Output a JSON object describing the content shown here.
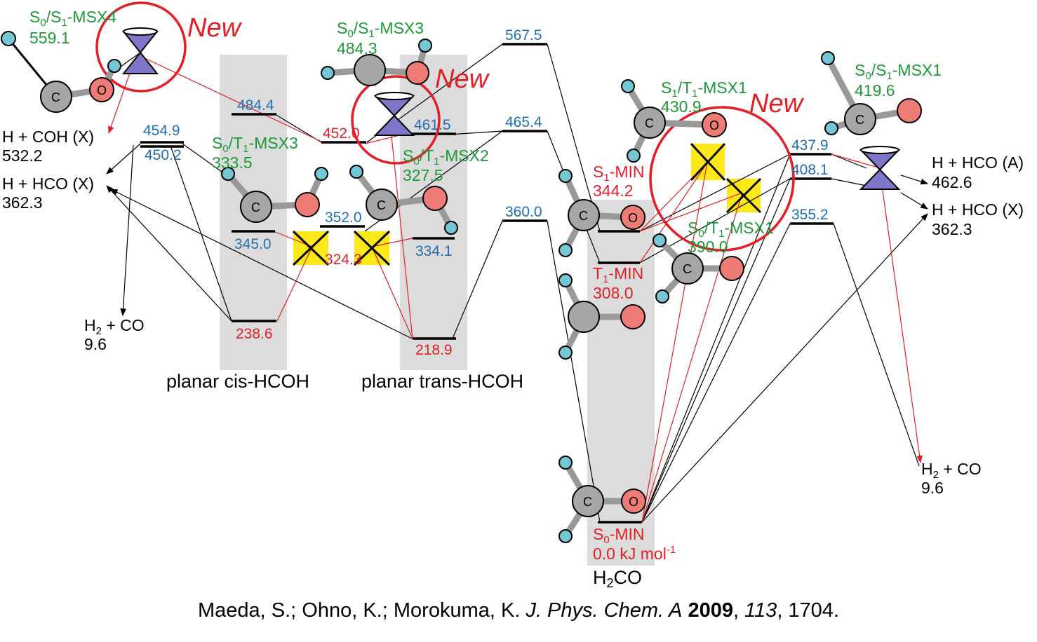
{
  "colors": {
    "blue": "#1f6eb4",
    "red": "#e41e26",
    "green": "#1d9a38",
    "black": "#000000",
    "gray_band": "#dcdcdc",
    "yellow": "#ffe817",
    "cone": "#7d76c9"
  },
  "levels": {
    "msx4": "559.1",
    "msx3": "484.3",
    "msx1_s0s1": "419.6",
    "t1msx3": "333.5",
    "t1msx2": "327.5",
    "s1t1msx1": "430.9",
    "s0t1msx1": "390.0",
    "ts_454_9": "454.9",
    "ts_450_2": "450.2",
    "ts_484_4": "484.4",
    "ts_452_0": "452.0",
    "ts_461_5": "461.5",
    "ts_567_5": "567.5",
    "ts_465_4": "465.4",
    "ts_360_0": "360.0",
    "ts_352_0": "352.0",
    "ts_345_0": "345.0",
    "ts_324_3": "324.3",
    "ts_334_1": "334.1",
    "cis_min": "238.6",
    "trans_min": "218.9",
    "s1min": "344.2",
    "t1min": "308.0",
    "s0min": "0.0 kJ mol",
    "s0min_exp": "-1",
    "ts_437_9": "437.9",
    "ts_408_1": "408.1",
    "ts_355_2": "355.2",
    "h_coh_x": "532.2",
    "h_hco_x_left": "362.3",
    "h2co_left": "9.6",
    "h_hco_a": "462.6",
    "h_hco_x_right": "362.3",
    "h2co_right": "9.6"
  },
  "labels": {
    "s0s1_msx4_a": "S",
    "s0s1_msx4_b": "0",
    "s0s1_msx4_c": "/S",
    "s0s1_msx4_d": "1",
    "s0s1_msx4_e": "-MSX4",
    "s0s1_msx3_e": "-MSX3",
    "s0s1_msx1_e": "-MSX1",
    "s0t1_msx3_c": "/T",
    "s0t1_msx3_e": "-MSX3",
    "s0t1_msx2_e": "-MSX2",
    "s1t1_msx1_a": "S",
    "s1t1_msx1_b": "1",
    "s1t1_msx1_c": "/T",
    "s1t1_msx1_d": "1",
    "s1t1_msx1_e": "-MSX1",
    "s0t1_msx1_e": "-MSX1",
    "s1min_a": "S",
    "s1min_b": "1",
    "s1min_c": "-MIN",
    "t1min_a": "T",
    "t1min_b": "1",
    "t1min_c": "-MIN",
    "s0min_a": "S",
    "s0min_b": "0",
    "s0min_c": "-MIN",
    "h_coh_x": "H + COH (X)",
    "h_hco_x_left": "H + HCO (X)",
    "h2co_left_a": "H",
    "h2co_left_b": "2",
    "h2co_left_c": " + CO",
    "h_hco_a": "H + HCO (A)",
    "h_hco_x_right": "H + HCO (X)",
    "planar_cis": "planar cis-HCOH",
    "planar_trans": "planar trans-HCOH",
    "h2co_mol_a": "H",
    "h2co_mol_b": "2",
    "h2co_mol_c": "CO",
    "new": "New",
    "carbon": "C",
    "oxygen": "O"
  },
  "citation": {
    "authors": "Maeda, S.; Ohno, K.; Morokuma, K. ",
    "journal": "J. Phys. Chem. A",
    "sep1": " ",
    "year": "2009",
    "sep2": ", ",
    "volume": "113",
    "pages": ", 1704."
  }
}
